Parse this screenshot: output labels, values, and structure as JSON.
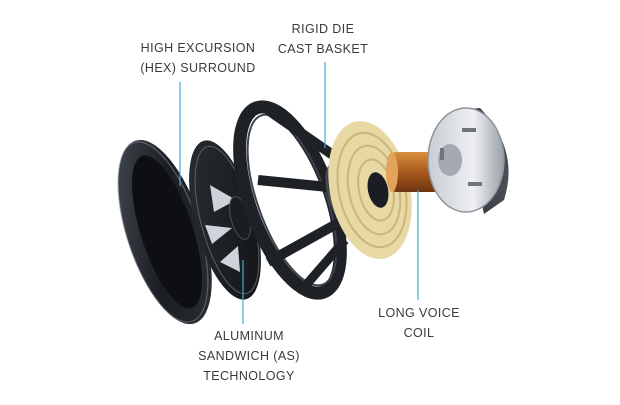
{
  "callouts": {
    "hex_surround": {
      "line1": "HIGH EXCURSION",
      "line2": "(HEX) SURROUND"
    },
    "die_cast_basket": {
      "line1": "RIGID DIE",
      "line2": "CAST BASKET"
    },
    "aluminum_sandwich": {
      "line1": "ALUMINUM",
      "line2": "SANDWICH (AS)",
      "line3": "TECHNOLOGY"
    },
    "voice_coil": {
      "line1": "LONG VOICE",
      "line2": "COIL"
    }
  },
  "colors": {
    "leader_line": "#4aa6d6",
    "text": "#3a3a3a",
    "rubber": "#1c1f24",
    "spider": "#e8d8a4",
    "coil": "#b8692a",
    "magnet_cap": "#d6d9de"
  }
}
